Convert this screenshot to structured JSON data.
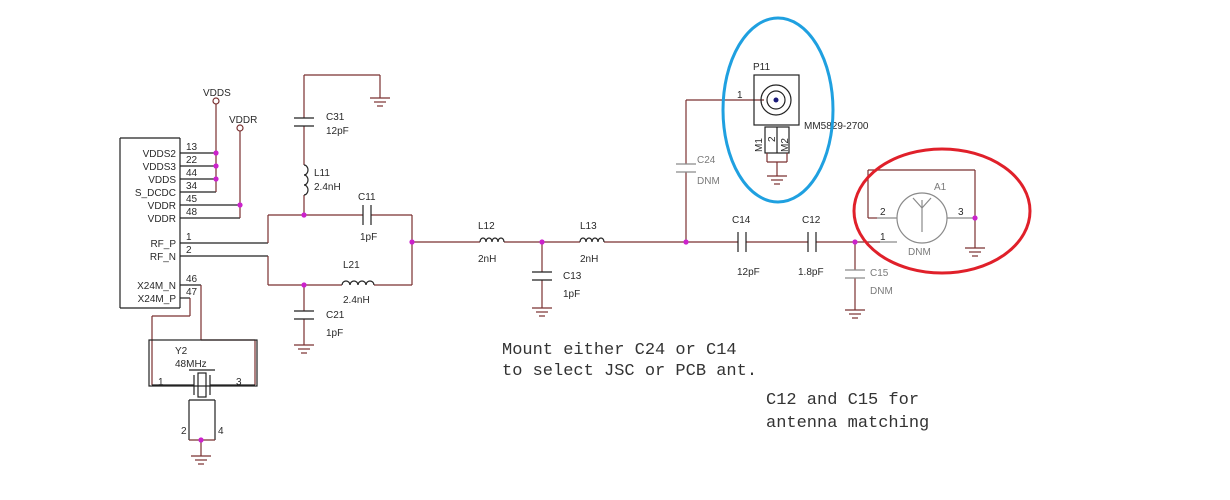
{
  "colors": {
    "wire": "#7a3030",
    "junction": "#cc22cc",
    "text": "#2a2a2a",
    "blue_highlight": "#1fa0e0",
    "red_highlight": "#e0202a",
    "dnm_gray": "#8a8a8a"
  },
  "chip": {
    "rows": [
      {
        "name": "VDDS2",
        "pin": "13"
      },
      {
        "name": "VDDS3",
        "pin": "22"
      },
      {
        "name": "VDDS",
        "pin": "44"
      },
      {
        "name": "S_DCDC",
        "pin": "34"
      },
      {
        "name": "VDDR",
        "pin": "45"
      },
      {
        "name": "VDDR",
        "pin": "48"
      },
      {
        "name": "RF_P",
        "pin": "1"
      },
      {
        "name": "RF_N",
        "pin": "2"
      },
      {
        "name": "X24M_N",
        "pin": "46"
      },
      {
        "name": "X24M_P",
        "pin": "47"
      }
    ]
  },
  "power": {
    "vdds": "VDDS",
    "vddr": "VDDR"
  },
  "components": {
    "c31": {
      "ref": "C31",
      "value": "12pF"
    },
    "l11": {
      "ref": "L11",
      "value": "2.4nH"
    },
    "c11": {
      "ref": "C11",
      "value": "1pF"
    },
    "l21": {
      "ref": "L21",
      "value": "2.4nH"
    },
    "c21": {
      "ref": "C21",
      "value": "1pF"
    },
    "l12": {
      "ref": "L12",
      "value": "2nH"
    },
    "l13": {
      "ref": "L13",
      "value": "2nH"
    },
    "c13": {
      "ref": "C13",
      "value": "1pF"
    },
    "c24": {
      "ref": "C24",
      "value": "DNM"
    },
    "c14": {
      "ref": "C14",
      "value": "12pF"
    },
    "c12": {
      "ref": "C12",
      "value": "1.8pF"
    },
    "c15": {
      "ref": "C15",
      "value": "DNM"
    },
    "p11": {
      "ref": "P11",
      "part": "MM5829-2700",
      "pin1": "1",
      "m1": "M1",
      "pin2": "2",
      "m2": "M2"
    },
    "a1": {
      "ref": "A1",
      "value": "DNM",
      "pin1": "1",
      "pin2": "2",
      "pin3": "3"
    },
    "y2": {
      "ref": "Y2",
      "value": "48MHz",
      "pin1": "1",
      "pin2": "2",
      "pin3": "3",
      "pin4": "4"
    }
  },
  "notes": {
    "mount_line1": "Mount either C24 or C14",
    "mount_line2": "to select JSC or PCB ant.",
    "match_line1": "C12 and C15 for",
    "match_line2": "antenna matching"
  }
}
